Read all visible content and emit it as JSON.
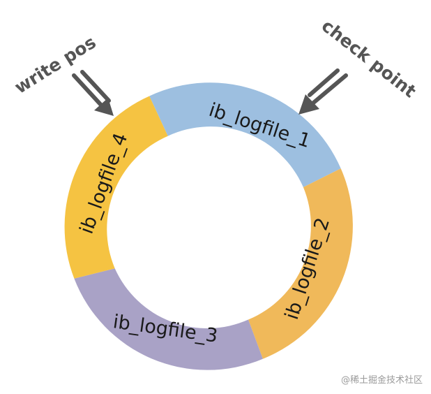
{
  "segments": [
    {
      "label": "ib_logfile_1",
      "color": "#9dbfe0"
    },
    {
      "label": "ib_logfile_2",
      "color": "#f0b95a"
    },
    {
      "label": "ib_logfile_3",
      "color": "#a9a2c6"
    },
    {
      "label": "ib_logfile_4",
      "color": "#f5c342"
    }
  ],
  "pointers": {
    "write_pos": {
      "label": "write pos"
    },
    "check_point": {
      "label": "check point"
    }
  },
  "arrow_color": "#555555",
  "watermark": "@稀土掘金技术社区"
}
